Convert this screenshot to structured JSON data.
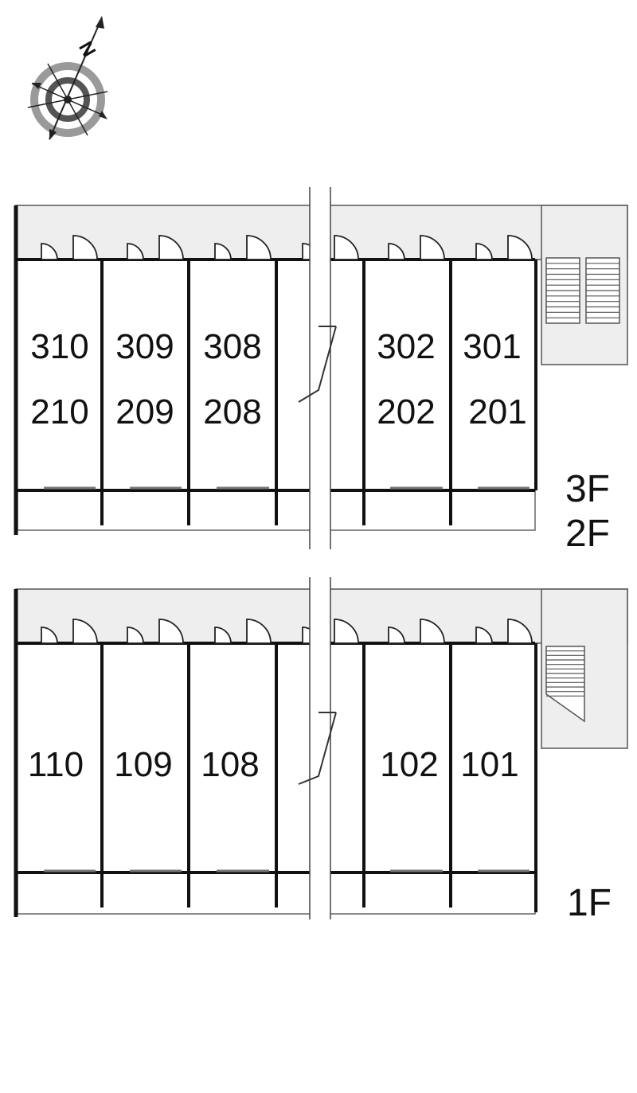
{
  "compass": {
    "letter": "N",
    "icon": "north-compass-icon"
  },
  "colors": {
    "corridor": "#eeeeee",
    "wall": "#111111",
    "line": "#555555",
    "ring": "#999999"
  },
  "upper": {
    "floor_top": "3F",
    "floor_bottom": "2F",
    "units_3f": [
      "310",
      "309",
      "308",
      "302",
      "301"
    ],
    "units_2f": [
      "210",
      "209",
      "208",
      "202",
      "201"
    ]
  },
  "lower": {
    "floor": "1F",
    "units": [
      "110",
      "109",
      "108",
      "102",
      "101"
    ]
  }
}
